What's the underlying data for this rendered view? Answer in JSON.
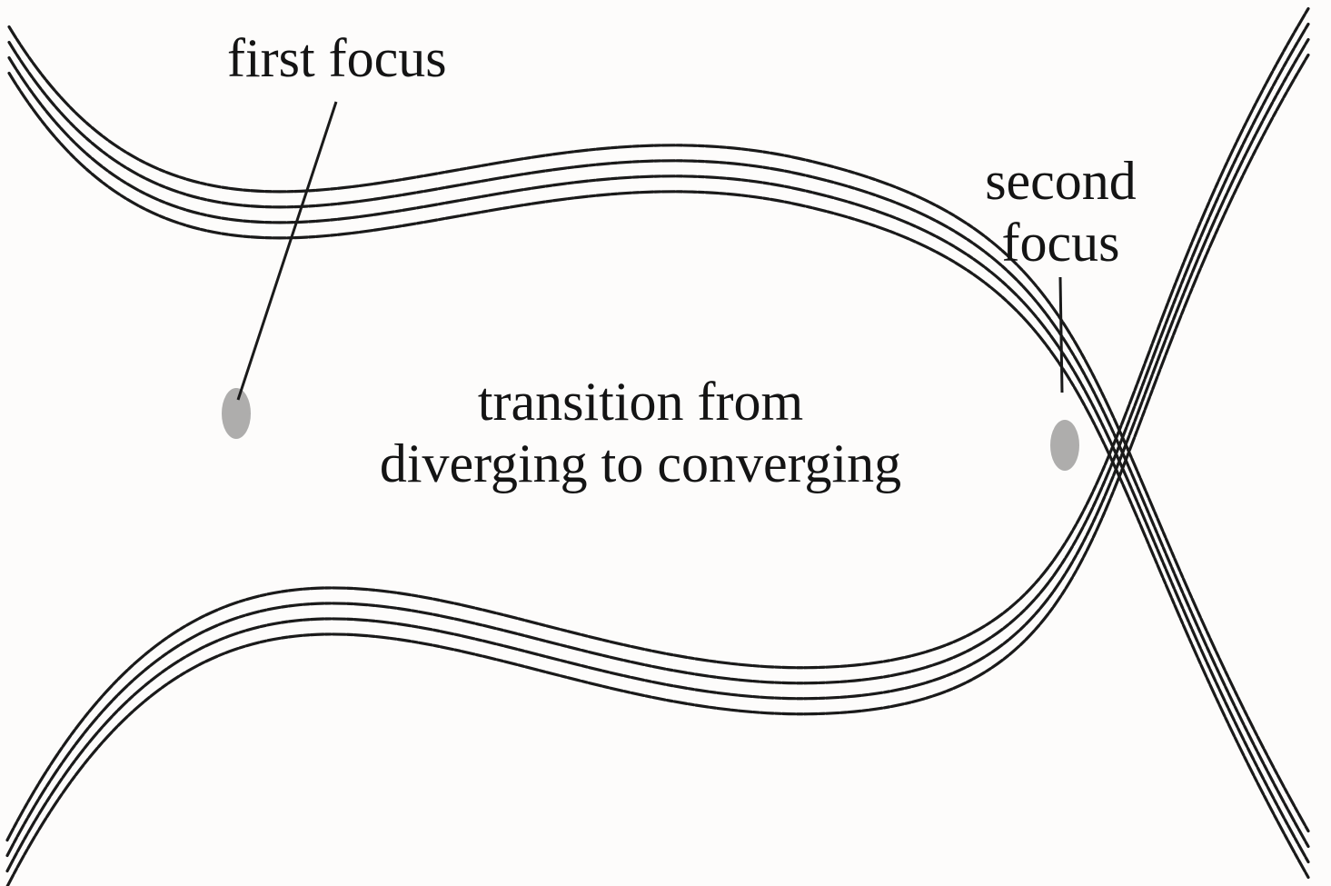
{
  "labels": {
    "first_focus": "first focus",
    "second_focus_line1": "second",
    "second_focus_line2": "focus",
    "transition_line1": "transition from",
    "transition_line2": "diverging to converging"
  },
  "colors": {
    "ink": "#1a1a1a",
    "background": "#fdfcfb"
  },
  "trajectories": {
    "count": 4
  }
}
